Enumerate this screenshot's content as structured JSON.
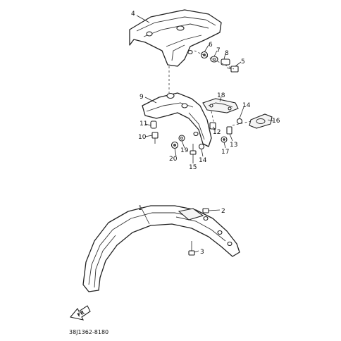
{
  "callouts": {
    "c1": "1",
    "c2": "2",
    "c3": "3",
    "c4": "4",
    "c5": "5",
    "c6": "6",
    "c7": "7",
    "c8": "8",
    "c9": "9",
    "c10": "10",
    "c11": "11",
    "c12": "12",
    "c13": "13",
    "c14a": "14",
    "c14b": "14",
    "c15": "15",
    "c16": "16",
    "c17": "17",
    "c18": "18",
    "c19": "19",
    "c20": "20"
  },
  "direction_arrow": {
    "label": "FR"
  },
  "diagram_code": "38J1362-8180"
}
